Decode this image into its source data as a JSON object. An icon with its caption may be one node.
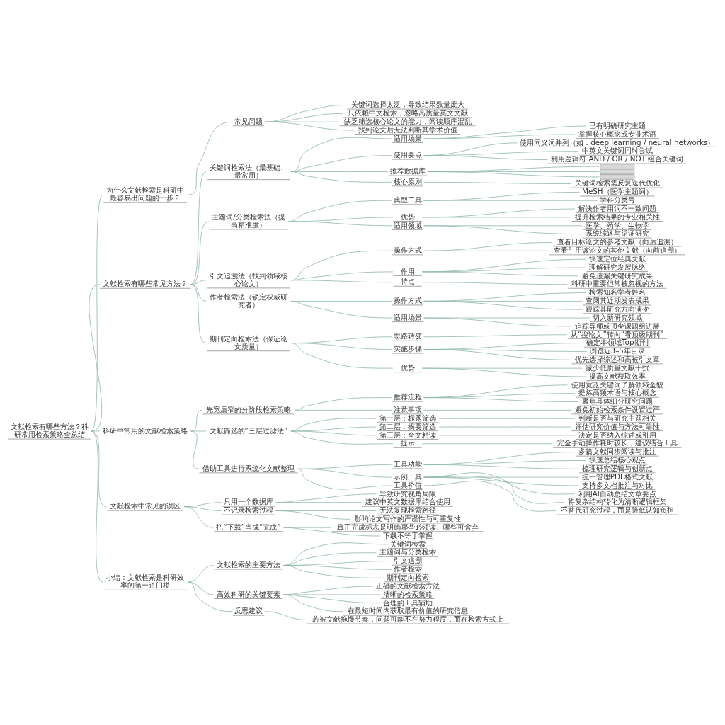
{
  "diagram": {
    "nodes": [
      {
        "text": [
          "文献检索有哪些方法？科研常用检索策略全总结"
        ]
      },
      {
        "text": [
          "为什么文献检索是科研中最容易出问题的一步？"
        ]
      },
      {
        "text": [
          "常见问题"
        ]
      },
      {
        "text": [
          "关键词选择太泛，导致结果数量庞大"
        ]
      },
      {
        "text": [
          "只依赖中文检索，忽略高质量英文文献"
        ]
      },
      {
        "text": [
          "缺乏筛选核心论文的能力，阅读顺序混乱"
        ]
      },
      {
        "text": [
          "找到论文后无法判断其学术价值"
        ]
      },
      {
        "text": [
          "文献检索有哪些常见方法？"
        ]
      },
      {
        "text": [
          "关键词检索法（最基础、最常用）"
        ]
      },
      {
        "text": [
          "适用场景"
        ]
      },
      {
        "text": [
          "已有明确研究主题"
        ]
      },
      {
        "text": [
          "掌握核心概念或专业术语"
        ]
      },
      {
        "text": [
          "使用要点"
        ]
      },
      {
        "text": [
          "使用同义词并列（如：deep learning / neural networks）"
        ]
      },
      {
        "text": [
          "中英文关键词同时尝试"
        ]
      },
      {
        "text": [
          "利用逻辑符 AND / OR / NOT 组合关键词"
        ]
      },
      {
        "text": [
          "推荐数据库"
        ]
      },
      {
        "text": [],
        "shape": "bar"
      },
      {
        "text": [],
        "shape": "bar"
      },
      {
        "text": [],
        "shape": "bar"
      },
      {
        "text": [
          "核心原则"
        ]
      },
      {
        "text": [
          "关键词检索需反复迭代优化"
        ]
      },
      {
        "text": [
          "主题词/分类检索法（提高精准度）"
        ]
      },
      {
        "text": [
          "典型工具"
        ]
      },
      {
        "text": [
          "MeSH（医学主题词）"
        ]
      },
      {
        "text": [
          "学科分类号"
        ]
      },
      {
        "text": [
          "优势"
        ]
      },
      {
        "text": [
          "解决作者用词不一致问题"
        ]
      },
      {
        "text": [
          "提升检索结果的专业相关性"
        ]
      },
      {
        "text": [
          "适用领域"
        ]
      },
      {
        "text": [
          "医学、药学、生物学"
        ]
      },
      {
        "text": [
          "系统综述与循证研究"
        ]
      },
      {
        "text": [
          "引文追溯法（找到领域核心论文）"
        ]
      },
      {
        "text": [
          "操作方式"
        ]
      },
      {
        "text": [
          "查看目标论文的参考文献（向后追溯）"
        ]
      },
      {
        "text": [
          "查看引用该论文的其他文献（向前追溯）"
        ]
      },
      {
        "text": [
          "作用"
        ]
      },
      {
        "text": [
          "快速定位经典文献"
        ]
      },
      {
        "text": [
          "理解研究发展脉络"
        ]
      },
      {
        "text": [
          "避免遗漏关键研究成果"
        ]
      },
      {
        "text": [
          "特点"
        ]
      },
      {
        "text": [
          "科研中重要但常被忽视的方法"
        ]
      },
      {
        "text": [
          "作者检索法（锁定权威研究者）"
        ]
      },
      {
        "text": [
          "操作方式"
        ]
      },
      {
        "text": [
          "检索知名学者姓名"
        ]
      },
      {
        "text": [
          "查阅其近期发表成果"
        ]
      },
      {
        "text": [
          "跟踪其研究方向演变"
        ]
      },
      {
        "text": [
          "适用场景"
        ]
      },
      {
        "text": [
          "切入新研究领域"
        ]
      },
      {
        "text": [
          "追踪导师或顶尖课题组进展"
        ]
      },
      {
        "text": [
          "期刊定向检索法（保证论文质量）"
        ]
      },
      {
        "text": [
          "思路转变"
        ]
      },
      {
        "text": [
          "从“搜论文”转向“看顶级期刊”"
        ]
      },
      {
        "text": [
          "实施步骤"
        ]
      },
      {
        "text": [
          "确定本领域Top期刊"
        ]
      },
      {
        "text": [
          "浏览近3–5年目录"
        ]
      },
      {
        "text": [
          "优先选择综述和高被引文章"
        ]
      },
      {
        "text": [
          "优势"
        ]
      },
      {
        "text": [
          "减少低质量文献干扰"
        ]
      },
      {
        "text": [
          "提高文献获取效率"
        ]
      },
      {
        "text": [
          "科研中常用的文献检索策略"
        ]
      },
      {
        "text": [
          "先宽后窄的分阶段检索策略"
        ]
      },
      {
        "text": [
          "推荐流程"
        ]
      },
      {
        "text": [
          "使用宽泛关键词了解领域全貌"
        ]
      },
      {
        "text": [
          "提炼高频术语与核心概念"
        ]
      },
      {
        "text": [
          "聚焦具体细分研究问题"
        ]
      },
      {
        "text": [
          "注意事项"
        ]
      },
      {
        "text": [
          "避免初始检索条件设置过严"
        ]
      },
      {
        "text": [
          "文献筛选的“三层过滤法”"
        ]
      },
      {
        "text": [
          "第一层：标题筛选"
        ]
      },
      {
        "text": [
          "判断是否与研究主题相关"
        ]
      },
      {
        "text": [
          "第二层：摘要筛选"
        ]
      },
      {
        "text": [
          "评估研究价值与方法可靠性"
        ]
      },
      {
        "text": [
          "第三层：全文精读"
        ]
      },
      {
        "text": [
          "决定是否纳入综述或引用"
        ]
      },
      {
        "text": [
          "提示"
        ]
      },
      {
        "text": [
          "完全手动操作耗时较长，建议结合工具"
        ]
      },
      {
        "text": [
          "借助工具进行系统化文献整理"
        ]
      },
      {
        "text": [
          "工具功能"
        ]
      },
      {
        "text": [
          "多篇文献同步阅读与批注"
        ]
      },
      {
        "text": [
          "快速总结核心观点"
        ]
      },
      {
        "text": [
          "梳理研究逻辑与创新点"
        ]
      },
      {
        "text": [
          "示例工具"
        ]
      },
      {
        "text": [
          "统一管理PDF格式文献"
        ]
      },
      {
        "text": [
          "支持多文档批注与对比"
        ]
      },
      {
        "text": [
          "利用AI自动总结文章要点"
        ]
      },
      {
        "text": [
          "将复杂结构转化为清晰逻辑框架"
        ]
      },
      {
        "text": [
          "工具价值"
        ]
      },
      {
        "text": [
          "不替代研究过程，而是降低认知负担"
        ]
      },
      {
        "text": [
          "文献检索中常见的误区"
        ]
      },
      {
        "text": [
          "只用一个数据库"
        ]
      },
      {
        "text": [
          "导致研究视角局限"
        ]
      },
      {
        "text": [
          "建议中英文数据库结合使用"
        ]
      },
      {
        "text": [
          "不记录检索过程"
        ]
      },
      {
        "text": [
          "无法复现检索路径"
        ]
      },
      {
        "text": [
          "影响论文写作的严谨性与可重复性"
        ]
      },
      {
        "text": [
          "把“下载”当成“完成”"
        ]
      },
      {
        "text": [
          "真正完成标志是明确哪些必须读、哪些可舍弃"
        ]
      },
      {
        "text": [
          "下载不等于掌握"
        ]
      },
      {
        "text": [
          "小结：文献检索是科研效率的第一道门槛"
        ]
      },
      {
        "text": [
          "文献检索的主要方法"
        ]
      },
      {
        "text": [
          "关键词检索"
        ]
      },
      {
        "text": [
          "主题词与分类检索"
        ]
      },
      {
        "text": [
          "引文追溯"
        ]
      },
      {
        "text": [
          "作者检索"
        ]
      },
      {
        "text": [
          "期刊定向检索"
        ]
      },
      {
        "text": [
          "高效科研的关键要素"
        ]
      },
      {
        "text": [
          "正确的文献检索方法"
        ]
      },
      {
        "text": [
          "清晰的检索策略"
        ]
      },
      {
        "text": [
          "合理的工具辅助"
        ]
      },
      {
        "text": [
          "在最短时间内获取最有价值的研究信息"
        ]
      },
      {
        "text": [
          "反思建议"
        ]
      },
      {
        "text": [
          "若被文献拖慢节奏，问题可能不在努力程度，而在检索方式上"
        ]
      }
    ],
    "edges": [
      {
        "from": 0,
        "to": 1,
        "arrow": "none"
      },
      {
        "from": 1,
        "to": 2,
        "arrow": "none"
      },
      {
        "from": 2,
        "to": 3,
        "arrow": "none"
      },
      {
        "from": 2,
        "to": 4,
        "arrow": "none"
      },
      {
        "from": 2,
        "to": 5,
        "arrow": "none"
      },
      {
        "from": 2,
        "to": 6,
        "arrow": "none"
      },
      {
        "from": 0,
        "to": 7,
        "arrow": "none"
      },
      {
        "from": 7,
        "to": 8,
        "arrow": "none"
      },
      {
        "from": 8,
        "to": 9,
        "arrow": "none"
      },
      {
        "from": 9,
        "to": 10,
        "arrow": "none"
      },
      {
        "from": 9,
        "to": 11,
        "arrow": "none"
      },
      {
        "from": 8,
        "to": 12,
        "arrow": "none"
      },
      {
        "from": 12,
        "to": 13,
        "arrow": "none"
      },
      {
        "from": 12,
        "to": 14,
        "arrow": "none"
      },
      {
        "from": 12,
        "to": 15,
        "arrow": "none"
      },
      {
        "from": 8,
        "to": 16,
        "arrow": "none"
      },
      {
        "from": 16,
        "to": 17,
        "arrow": "none"
      },
      {
        "from": 16,
        "to": 18,
        "arrow": "none"
      },
      {
        "from": 16,
        "to": 19,
        "arrow": "none"
      },
      {
        "from": 8,
        "to": 20,
        "arrow": "none"
      },
      {
        "from": 20,
        "to": 21,
        "arrow": "none"
      },
      {
        "from": 7,
        "to": 22,
        "arrow": "none"
      },
      {
        "from": 22,
        "to": 23,
        "arrow": "none"
      },
      {
        "from": 23,
        "to": 24,
        "arrow": "none"
      },
      {
        "from": 23,
        "to": 25,
        "arrow": "none"
      },
      {
        "from": 22,
        "to": 26,
        "arrow": "none"
      },
      {
        "from": 26,
        "to": 27,
        "arrow": "none"
      },
      {
        "from": 26,
        "to": 28,
        "arrow": "none"
      },
      {
        "from": 22,
        "to": 29,
        "arrow": "none"
      },
      {
        "from": 29,
        "to": 30,
        "arrow": "none"
      },
      {
        "from": 29,
        "to": 31,
        "arrow": "none"
      },
      {
        "from": 7,
        "to": 32,
        "arrow": "none"
      },
      {
        "from": 32,
        "to": 33,
        "arrow": "none"
      },
      {
        "from": 33,
        "to": 34,
        "arrow": "none"
      },
      {
        "from": 33,
        "to": 35,
        "arrow": "none"
      },
      {
        "from": 32,
        "to": 36,
        "arrow": "none"
      },
      {
        "from": 36,
        "to": 37,
        "arrow": "none"
      },
      {
        "from": 36,
        "to": 38,
        "arrow": "none"
      },
      {
        "from": 36,
        "to": 39,
        "arrow": "none"
      },
      {
        "from": 32,
        "to": 40,
        "arrow": "none"
      },
      {
        "from": 40,
        "to": 41,
        "arrow": "none"
      },
      {
        "from": 7,
        "to": 42,
        "arrow": "none"
      },
      {
        "from": 42,
        "to": 43,
        "arrow": "none"
      },
      {
        "from": 43,
        "to": 44,
        "arrow": "none"
      },
      {
        "from": 43,
        "to": 45,
        "arrow": "none"
      },
      {
        "from": 43,
        "to": 46,
        "arrow": "none"
      },
      {
        "from": 42,
        "to": 47,
        "arrow": "none"
      },
      {
        "from": 47,
        "to": 48,
        "arrow": "none"
      },
      {
        "from": 47,
        "to": 49,
        "arrow": "none"
      },
      {
        "from": 7,
        "to": 50,
        "arrow": "none"
      },
      {
        "from": 50,
        "to": 51,
        "arrow": "none"
      },
      {
        "from": 51,
        "to": 52,
        "arrow": "none"
      },
      {
        "from": 50,
        "to": 53,
        "arrow": "none"
      },
      {
        "from": 53,
        "to": 54,
        "arrow": "none"
      },
      {
        "from": 53,
        "to": 55,
        "arrow": "none"
      },
      {
        "from": 53,
        "to": 56,
        "arrow": "none"
      },
      {
        "from": 50,
        "to": 57,
        "arrow": "none"
      },
      {
        "from": 57,
        "to": 58,
        "arrow": "none"
      },
      {
        "from": 57,
        "to": 59,
        "arrow": "none"
      },
      {
        "from": 0,
        "to": 60,
        "arrow": "none"
      },
      {
        "from": 60,
        "to": 61,
        "arrow": "none"
      },
      {
        "from": 61,
        "to": 62,
        "arrow": "none"
      },
      {
        "from": 62,
        "to": 63,
        "arrow": "none"
      },
      {
        "from": 62,
        "to": 64,
        "arrow": "none"
      },
      {
        "from": 62,
        "to": 65,
        "arrow": "none"
      },
      {
        "from": 61,
        "to": 66,
        "arrow": "none"
      },
      {
        "from": 66,
        "to": 67,
        "arrow": "none"
      },
      {
        "from": 60,
        "to": 68,
        "arrow": "none"
      },
      {
        "from": 68,
        "to": 69,
        "arrow": "none"
      },
      {
        "from": 69,
        "to": 70,
        "arrow": "none"
      },
      {
        "from": 68,
        "to": 71,
        "arrow": "none"
      },
      {
        "from": 71,
        "to": 72,
        "arrow": "none"
      },
      {
        "from": 68,
        "to": 73,
        "arrow": "none"
      },
      {
        "from": 73,
        "to": 74,
        "arrow": "none"
      },
      {
        "from": 68,
        "to": 75,
        "arrow": "none"
      },
      {
        "from": 75,
        "to": 76,
        "arrow": "none"
      },
      {
        "from": 60,
        "to": 77,
        "arrow": "none"
      },
      {
        "from": 77,
        "to": 78,
        "arrow": "none"
      },
      {
        "from": 78,
        "to": 79,
        "arrow": "none"
      },
      {
        "from": 78,
        "to": 80,
        "arrow": "none"
      },
      {
        "from": 78,
        "to": 81,
        "arrow": "none"
      },
      {
        "from": 77,
        "to": 82,
        "arrow": "none"
      },
      {
        "from": 82,
        "to": 83,
        "arrow": "none"
      },
      {
        "from": 82,
        "to": 84,
        "arrow": "none"
      },
      {
        "from": 82,
        "to": 85,
        "arrow": "none"
      },
      {
        "from": 82,
        "to": 86,
        "arrow": "none"
      },
      {
        "from": 77,
        "to": 87,
        "arrow": "none"
      },
      {
        "from": 87,
        "to": 88,
        "arrow": "none"
      },
      {
        "from": 0,
        "to": 89,
        "arrow": "none"
      },
      {
        "from": 89,
        "to": 90,
        "arrow": "none"
      },
      {
        "from": 90,
        "to": 91,
        "arrow": "none"
      },
      {
        "from": 90,
        "to": 92,
        "arrow": "none"
      },
      {
        "from": 89,
        "to": 93,
        "arrow": "none"
      },
      {
        "from": 93,
        "to": 94,
        "arrow": "none"
      },
      {
        "from": 93,
        "to": 95,
        "arrow": "none"
      },
      {
        "from": 89,
        "to": 96,
        "arrow": "none"
      },
      {
        "from": 96,
        "to": 97,
        "arrow": "none"
      },
      {
        "from": 96,
        "to": 98,
        "arrow": "none"
      },
      {
        "from": 0,
        "to": 99,
        "arrow": "none"
      },
      {
        "from": 99,
        "to": 100,
        "arrow": "none"
      },
      {
        "from": 100,
        "to": 101,
        "arrow": "none"
      },
      {
        "from": 100,
        "to": 102,
        "arrow": "none"
      },
      {
        "from": 100,
        "to": 103,
        "arrow": "none"
      },
      {
        "from": 100,
        "to": 104,
        "arrow": "none"
      },
      {
        "from": 100,
        "to": 105,
        "arrow": "none"
      },
      {
        "from": 99,
        "to": 106,
        "arrow": "none"
      },
      {
        "from": 106,
        "to": 107,
        "arrow": "none"
      },
      {
        "from": 106,
        "to": 108,
        "arrow": "none"
      },
      {
        "from": 106,
        "to": 109,
        "arrow": "none"
      },
      {
        "from": 106,
        "to": 110,
        "arrow": "none"
      },
      {
        "from": 99,
        "to": 111,
        "arrow": "none"
      },
      {
        "from": 111,
        "to": 112,
        "arrow": "none"
      }
    ]
  }
}
